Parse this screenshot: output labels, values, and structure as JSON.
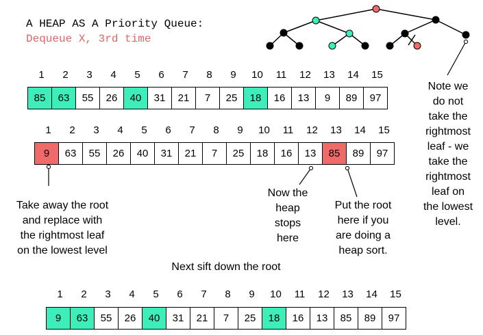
{
  "title": "A HEAP AS A Priority Queue:",
  "subtitle": "Dequeue X, 3rd time",
  "indices": [
    "1",
    "2",
    "3",
    "4",
    "5",
    "6",
    "7",
    "8",
    "9",
    "10",
    "11",
    "12",
    "13",
    "14",
    "15"
  ],
  "arrays": [
    {
      "cells": [
        {
          "v": "85",
          "c": "teal"
        },
        {
          "v": "63",
          "c": "teal"
        },
        {
          "v": "55",
          "c": ""
        },
        {
          "v": "26",
          "c": ""
        },
        {
          "v": "40",
          "c": "teal"
        },
        {
          "v": "31",
          "c": ""
        },
        {
          "v": "21",
          "c": ""
        },
        {
          "v": "7",
          "c": ""
        },
        {
          "v": "25",
          "c": ""
        },
        {
          "v": "18",
          "c": "teal"
        },
        {
          "v": "16",
          "c": ""
        },
        {
          "v": "13",
          "c": ""
        },
        {
          "v": "9",
          "c": ""
        },
        {
          "v": "89",
          "c": ""
        },
        {
          "v": "97",
          "c": ""
        }
      ]
    },
    {
      "cells": [
        {
          "v": "9",
          "c": "red"
        },
        {
          "v": "63",
          "c": ""
        },
        {
          "v": "55",
          "c": ""
        },
        {
          "v": "26",
          "c": ""
        },
        {
          "v": "40",
          "c": ""
        },
        {
          "v": "31",
          "c": ""
        },
        {
          "v": "21",
          "c": ""
        },
        {
          "v": "7",
          "c": ""
        },
        {
          "v": "25",
          "c": ""
        },
        {
          "v": "18",
          "c": ""
        },
        {
          "v": "16",
          "c": ""
        },
        {
          "v": "13",
          "c": ""
        },
        {
          "v": "85",
          "c": "red"
        },
        {
          "v": "89",
          "c": ""
        },
        {
          "v": "97",
          "c": ""
        }
      ]
    },
    {
      "cells": [
        {
          "v": "9",
          "c": "teal"
        },
        {
          "v": "63",
          "c": "teal"
        },
        {
          "v": "55",
          "c": ""
        },
        {
          "v": "26",
          "c": ""
        },
        {
          "v": "40",
          "c": "teal"
        },
        {
          "v": "31",
          "c": ""
        },
        {
          "v": "21",
          "c": ""
        },
        {
          "v": "7",
          "c": ""
        },
        {
          "v": "25",
          "c": ""
        },
        {
          "v": "18",
          "c": "teal"
        },
        {
          "v": "16",
          "c": ""
        },
        {
          "v": "13",
          "c": ""
        },
        {
          "v": "85",
          "c": ""
        },
        {
          "v": "89",
          "c": ""
        },
        {
          "v": "97",
          "c": ""
        }
      ]
    }
  ],
  "notes": {
    "take_away": [
      "Take away the root",
      "and replace with",
      "the rightmost leaf",
      "on the lowest level"
    ],
    "stops": [
      "Now the",
      "heap",
      "stops",
      "here"
    ],
    "put_root": [
      "Put the root",
      "here if you",
      "are doing a",
      "heap sort."
    ],
    "note_we": [
      "Note we",
      "do not",
      "take the",
      "rightmost",
      "leaf - we",
      "take the",
      "rightmost",
      "leaf on",
      "the lowest",
      "level."
    ],
    "sift": "Next sift down the root"
  },
  "colors": {
    "teal": "#3deebb",
    "red": "#f06a6a",
    "subtitle": "#e06666"
  }
}
